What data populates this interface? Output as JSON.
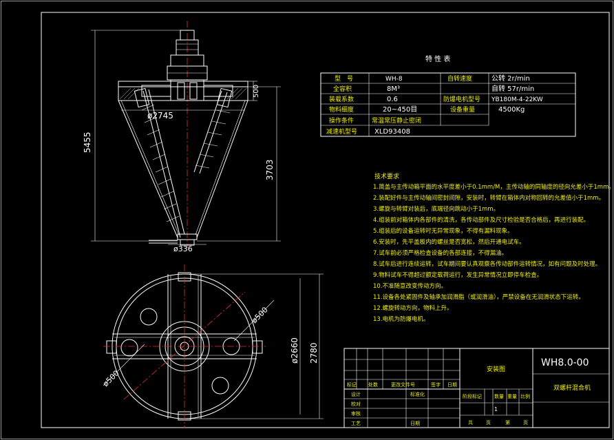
{
  "spec": {
    "title": "特 性 表",
    "rows": [
      [
        "型　号",
        "WH-8",
        "自转速度",
        "公转 2r/min"
      ],
      [
        "全容积",
        "8M³",
        "",
        "自转 57r/min"
      ],
      [
        "装载系数",
        "0.6",
        "防爆电机型号",
        "YB180M-4-22KW"
      ],
      [
        "物料细度",
        "20~450目",
        "设备重量",
        "4500Kg"
      ],
      [
        "操作条件",
        "常温常压静止密闭",
        "",
        ""
      ],
      [
        "减速机型号",
        "XLD93408",
        "",
        ""
      ]
    ]
  },
  "tech": {
    "title": "技术要求",
    "items": [
      "1.简盖与主传动箱平面的水平度差小于0.1mm/M，主传动轴的同轴度的径向允差小于1mm。",
      "2.装配好件与主传动轴间密封间隙，安装时，转臂在箱体内对称回转的允差值小于1mm。",
      "3.螺旋与转臂对装后，底端径向跳动小于1mm。",
      "4.组装前对箱体内各部件的清洗，各传动部件及尺寸检验是否合格后，再进行装配。",
      "5.组装后的设备运转时无异常现象，不得有漏料现象。",
      "6.安装时，先平盖板内的螺丝是否宽松，然后开通电试车。",
      "7.试车前必须严格检查设备的各部连接，不得漏油。",
      "8.试车后进行连续运转，试车期间要认真观察各传动部件运转情况，如有问题及时处理。",
      "9.物料试车不得超过额定载荷运行，发生异常情况立即停车检查。",
      "10.不准随意改变传动方向。",
      "11.设备各处紧固件及轴承加润滑脂（或润滑油），严禁设备在无润滑状态下运转。",
      "12.螺旋转动方向，物料上升。",
      "13.电机为防爆电机。"
    ]
  },
  "dims": {
    "d2745": "ø2745",
    "h5455": "5455",
    "h3703": "3703",
    "h500": "500",
    "d336": "ø336",
    "d500a": "ø500",
    "d500b": "ø500",
    "d2660": "ø2660",
    "d2780": "2780"
  },
  "title_block": {
    "drawing_name": "安装图",
    "drawing_no": "WH8.0-00",
    "product_name": "双螺杆混合机",
    "marks": [
      "标记",
      "处数",
      "更改文件号",
      "签字",
      "日期"
    ],
    "rows": [
      "设计",
      "校对",
      "审核",
      "工艺"
    ],
    "mid": [
      "标准化",
      "",
      "",
      "日期"
    ],
    "stage": [
      "阶段标记",
      "数量",
      "重量",
      "比例"
    ],
    "qty": "1",
    "sheet": [
      "共",
      "页",
      "第",
      "页"
    ]
  }
}
